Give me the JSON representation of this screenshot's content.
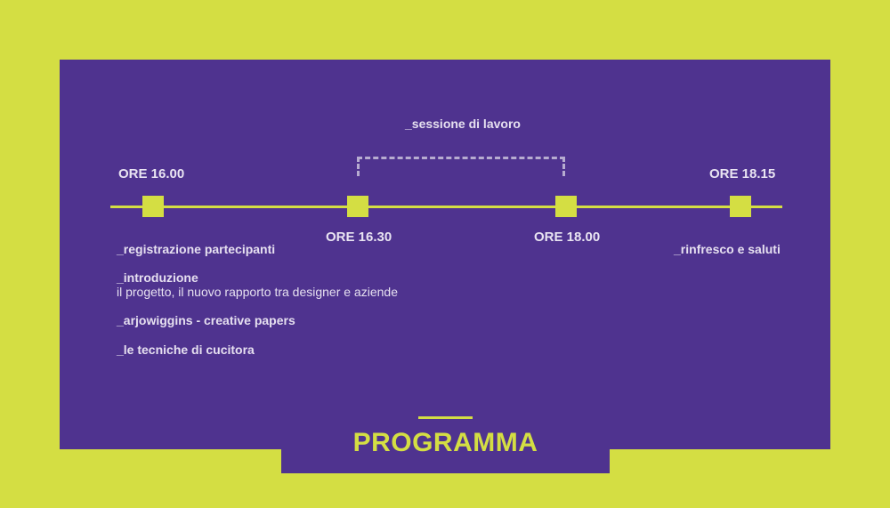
{
  "session_label": "_sessione di lavoro",
  "times": {
    "t1": "ORE 16.00",
    "t2": "ORE 16.30",
    "t3": "ORE 18.00",
    "t4": "ORE 18.15"
  },
  "left_items": {
    "registrazione": "_registrazione partecipanti",
    "introduzione": "_introduzione",
    "introduzione_desc": "il progetto, il nuovo rapporto tra designer e aziende",
    "arjowiggins": "_arjowiggins - creative papers",
    "tecniche": "_le tecniche di cucitora"
  },
  "right_item": "_rinfresco e saluti",
  "title": "PROGRAMMA",
  "colors": {
    "background": "#d4de43",
    "panel": "#4f338f",
    "accent": "#d4de43",
    "text": "#e6e0f0"
  }
}
